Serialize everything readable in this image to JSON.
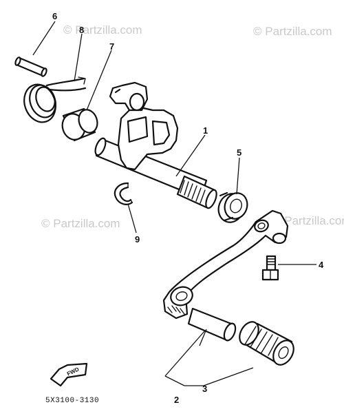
{
  "watermark": {
    "text": "© Partzilla.com"
  },
  "callouts": {
    "c1": "1",
    "c2": "2",
    "c3": "3",
    "c4": "4",
    "c5": "5",
    "c6": "6",
    "c7": "7",
    "c8": "8",
    "c9": "9"
  },
  "fwd_label": "FWD",
  "diagram_code": "5X3100-3130"
}
